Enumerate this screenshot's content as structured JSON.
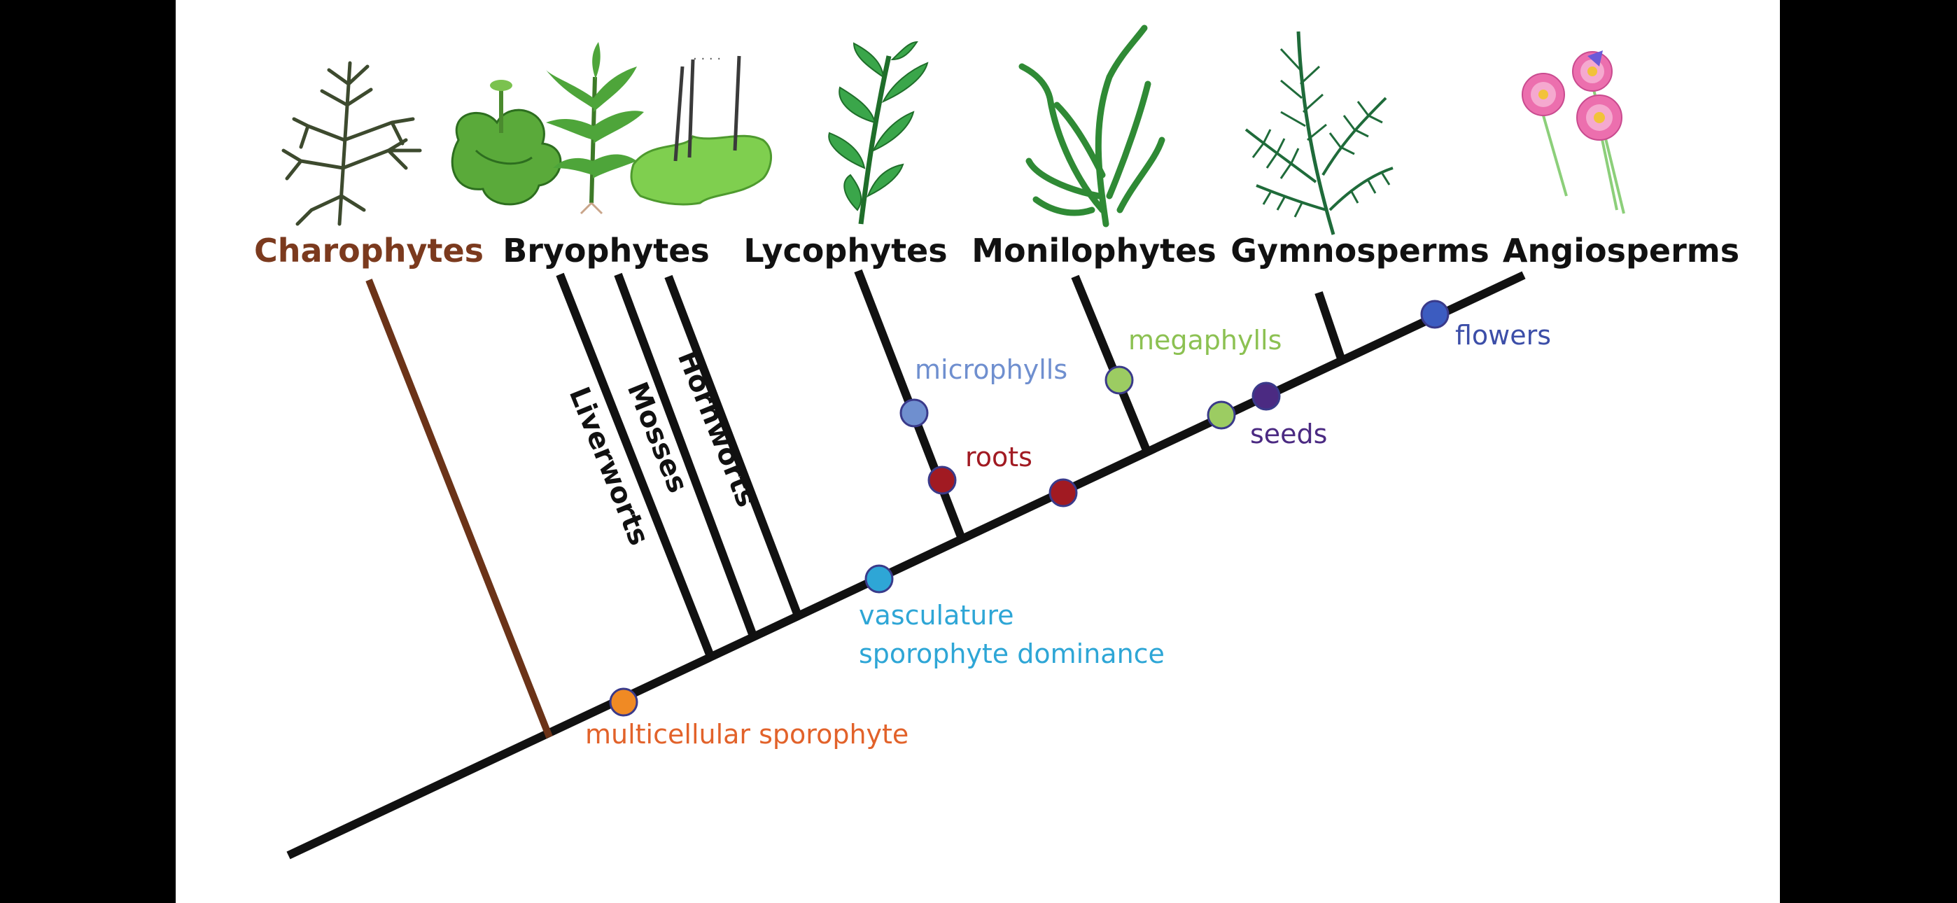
{
  "colors": {
    "background": "#000000",
    "panel": "#ffffff",
    "branch": "#111111",
    "charophyte_branch": "#6b3318",
    "charophyte_label": "#7b3a1e",
    "multicellular_sporophyte": "#e2622a",
    "vasculature": "#2ea6d6",
    "microphylls": "#6f8fcf",
    "roots": "#a11a22",
    "megaphylls": "#8cc152",
    "seeds": "#4b2a82",
    "flowers": "#3c4ea8"
  },
  "taxa": {
    "charophytes": "Charophytes",
    "bryophytes": "Bryophytes",
    "lycophytes": "Lycophytes",
    "monilophytes": "Monilophytes",
    "gymnosperms": "Gymnosperms",
    "angiosperms": "Angiosperms"
  },
  "bryophyte_groups": {
    "liverworts": "Liverworts",
    "mosses": "Mosses",
    "hornworts": "Hornworts"
  },
  "traits": {
    "multicellular_sporophyte": "multicellular sporophyte",
    "vasculature": "vasculature",
    "sporophyte_dominance": "sporophyte dominance",
    "microphylls": "microphylls",
    "roots": "roots",
    "megaphylls": "megaphylls",
    "seeds": "seeds",
    "flowers": "flowers"
  },
  "icons": [
    "charophyte-plant-icon",
    "liverwort-plant-icon",
    "moss-plant-icon",
    "hornwort-plant-icon",
    "lycophyte-plant-icon",
    "fern-plant-icon",
    "gymnosperm-plant-icon",
    "angiosperm-flower-icon"
  ]
}
